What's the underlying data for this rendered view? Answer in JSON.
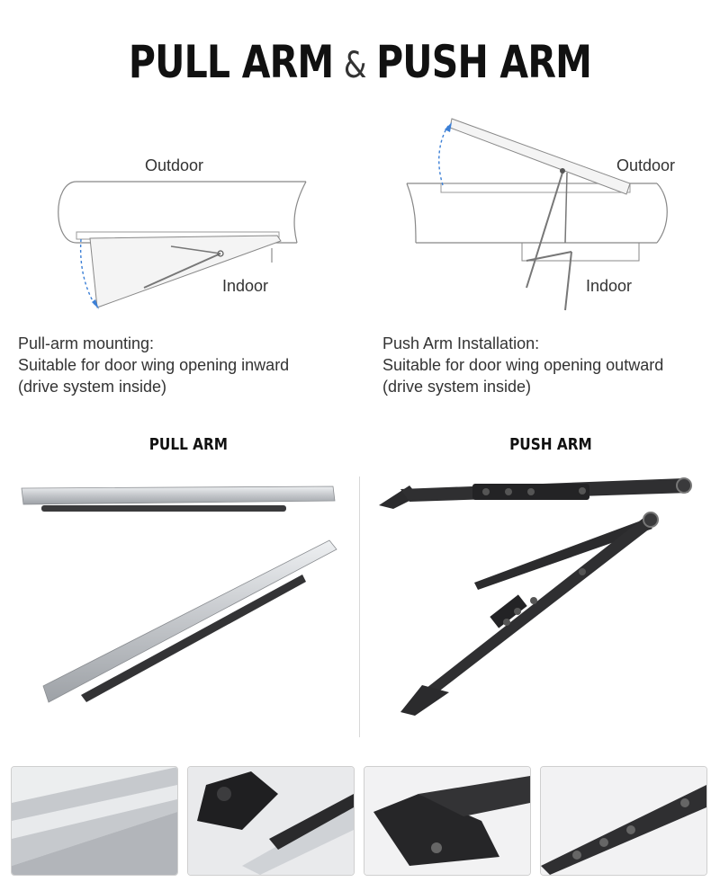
{
  "title": {
    "part1": "PULL ARM",
    "amp": "&",
    "part2": "PUSH ARM"
  },
  "pull_diagram": {
    "outdoor_label": "Outdoor",
    "indoor_label": "Indoor",
    "desc_line1": "Pull-arm mounting:",
    "desc_line2": "Suitable for door wing opening inward",
    "desc_line3": "(drive system inside)"
  },
  "push_diagram": {
    "outdoor_label": "Outdoor",
    "indoor_label": "Indoor",
    "desc_line1": "Push Arm Installation:",
    "desc_line2": "Suitable for door wing opening outward",
    "desc_line3": "(drive system inside)"
  },
  "products": {
    "pull_heading": "PULL ARM",
    "push_heading": "PUSH ARM"
  },
  "colors": {
    "silver": "#c9ccd0",
    "black_arm": "#2b2b2d",
    "dashed_arrow": "#3b7fd6"
  }
}
